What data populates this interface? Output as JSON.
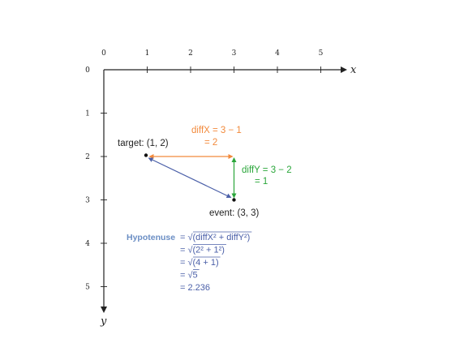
{
  "colors": {
    "axis": "#222222",
    "orange": "#f28a3c",
    "green": "#2aa63a",
    "blue": "#4a5fa8",
    "hypotenuse_title": "#6b8ec4"
  },
  "axes": {
    "x_name": "x",
    "y_name": "y",
    "x_ticks": [
      "0",
      "1",
      "2",
      "3",
      "4",
      "5"
    ],
    "y_ticks": [
      "0",
      "1",
      "2",
      "3",
      "4",
      "5"
    ]
  },
  "points": {
    "target": {
      "label": "target: (1, 2)",
      "x": 1,
      "y": 2
    },
    "event": {
      "label": "event: (3, 3)",
      "x": 3,
      "y": 3
    }
  },
  "diff_x": {
    "line1": "diffX = 3 − 1",
    "line2": "= 2"
  },
  "diff_y": {
    "line1": "diffY = 3 − 2",
    "line2": "= 1"
  },
  "hypotenuse": {
    "title": "Hypotenuse",
    "steps": [
      {
        "prefix": "= √",
        "body": "(diffX² + diffY²)"
      },
      {
        "prefix": "= √",
        "body": "(2² + 1²)"
      },
      {
        "prefix": "= √",
        "body": "(4 + 1)"
      },
      {
        "prefix": "= √",
        "body": "5"
      },
      {
        "prefix": "",
        "body": "= 2.236"
      }
    ]
  }
}
